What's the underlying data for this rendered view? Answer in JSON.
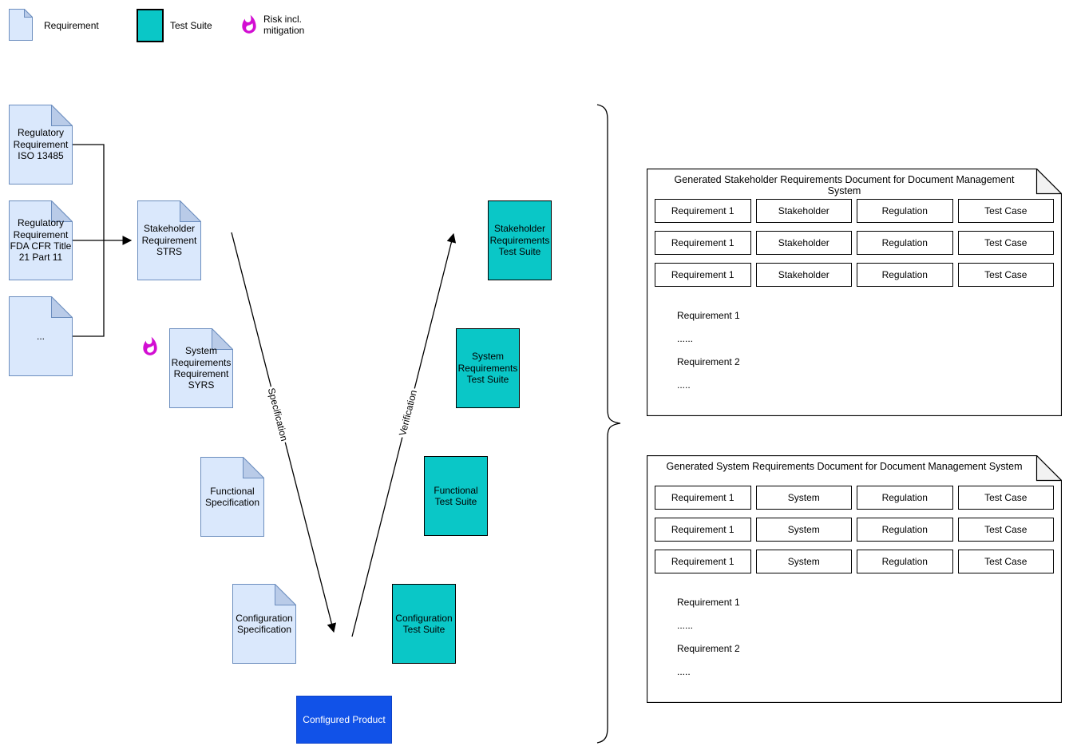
{
  "legend": {
    "requirement_label": "Requirement",
    "test_suite_label": "Test Suite",
    "risk_label": "Risk incl.\nmitigation"
  },
  "nodes": {
    "reg_iso": "Regulatory\nRequirement\nISO 13485",
    "reg_fda": "Regulatory\nRequirement\nFDA CFR Title\n21 Part 11",
    "reg_more": "...",
    "stakeholder_req": "Stakeholder\nRequirement\nSTRS",
    "system_req": "System\nRequirements\nRequirement\nSYRS",
    "functional_spec": "Functional\nSpecification",
    "configuration_spec": "Configuration\nSpecification",
    "stakeholder_ts": "Stakeholder\nRequirements\nTest Suite",
    "system_ts": "System\nRequirements\nTest Suite",
    "functional_ts": "Functional\nTest Suite",
    "configuration_ts": "Configuration\nTest Suite",
    "configured_product": "Configured Product"
  },
  "edge_labels": {
    "specification": "Specification",
    "verification": "Verification"
  },
  "panels": [
    {
      "title": "Generated Stakeholder Requirements Document for Document Management System",
      "rows": [
        [
          "Requirement 1",
          "Stakeholder",
          "Regulation",
          "Test Case"
        ],
        [
          "Requirement 1",
          "Stakeholder",
          "Regulation",
          "Test Case"
        ],
        [
          "Requirement 1",
          "Stakeholder",
          "Regulation",
          "Test Case"
        ]
      ],
      "body": [
        "Requirement 1",
        "......",
        "Requirement 2",
        "....."
      ]
    },
    {
      "title": "Generated System Requirements Document for Document Management System",
      "rows": [
        [
          "Requirement 1",
          "System",
          "Regulation",
          "Test Case"
        ],
        [
          "Requirement 1",
          "System",
          "Regulation",
          "Test Case"
        ],
        [
          "Requirement 1",
          "System",
          "Regulation",
          "Test Case"
        ]
      ],
      "body": [
        "Requirement 1",
        "......",
        "Requirement 2",
        "....."
      ]
    }
  ],
  "colors": {
    "requirement_fill": "#dae8fc",
    "requirement_stroke": "#6c8ebf",
    "requirement_fold": "#b9cbe8",
    "test_suite_fill": "#0ac7c7",
    "product_fill": "#1152e8",
    "product_stroke": "#0d41c8",
    "risk_flame": "#d20ed2"
  }
}
